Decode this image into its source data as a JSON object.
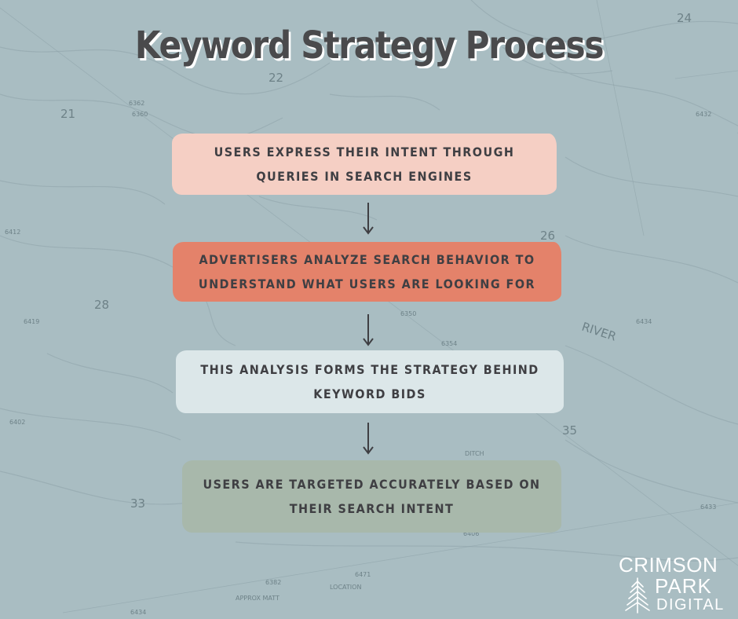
{
  "title": "Keyword Strategy Process",
  "steps": [
    {
      "text": "USERS EXPRESS THEIR INTENT THROUGH QUERIES IN SEARCH ENGINES",
      "color": "#f5cfc4"
    },
    {
      "text": "ADVERTISERS ANALYZE SEARCH BEHAVIOR TO UNDERSTAND WHAT USERS ARE LOOKING FOR",
      "color": "#e4826a"
    },
    {
      "text": "THIS ANALYSIS FORMS THE STRATEGY BEHIND KEYWORD BIDS",
      "color": "#dce7e9"
    },
    {
      "text": "USERS ARE TARGETED ACCURATELY BASED ON THEIR SEARCH INTENT",
      "color": "#a8b8ab"
    }
  ],
  "logo": {
    "line1": "CRIMSON",
    "line2": "PARK",
    "line3": "DIGITAL",
    "icon": "pine-tree-icon"
  },
  "map_labels": [
    "24",
    "22",
    "21",
    "26",
    "28",
    "35",
    "33",
    "RIVER",
    "6412",
    "6402",
    "6406",
    "6354",
    "6382",
    "6434",
    "LOCATION",
    "APPROX MATT",
    "DITCH",
    "6360",
    "6350",
    "6433",
    "6419",
    "6362",
    "6434",
    "6432",
    "6471"
  ],
  "colors": {
    "background": "#a9bdc2",
    "title_text": "#4a4a4c",
    "step_text": "#3f3f43",
    "arrow": "#3f3f43"
  }
}
